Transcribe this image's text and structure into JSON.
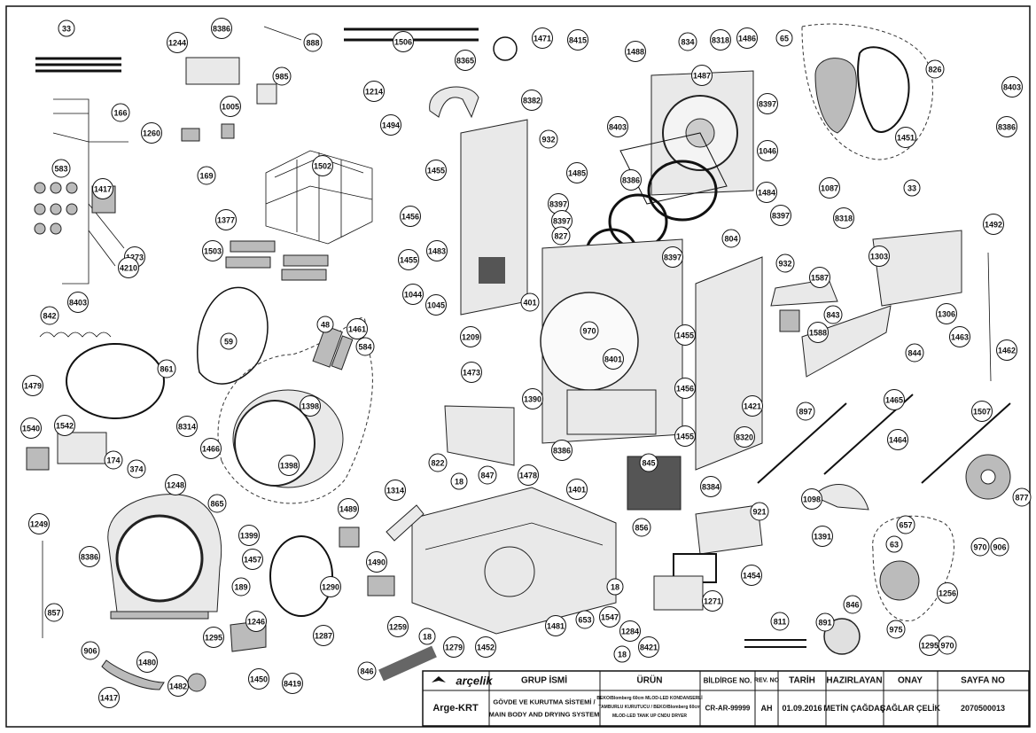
{
  "callouts": [
    "33",
    "1244",
    "8386",
    "888",
    "1506",
    "1471",
    "8415",
    "1488",
    "834",
    "8318",
    "1486",
    "65",
    "826",
    "8403",
    "166",
    "1214",
    "8365",
    "8382",
    "8403",
    "1487",
    "8397",
    "1451",
    "8386",
    "1260",
    "1494",
    "1005",
    "985",
    "932",
    "1046",
    "583",
    "169",
    "1502",
    "1455",
    "1485",
    "8386",
    "1087",
    "33",
    "1417",
    "8397",
    "1377",
    "8397",
    "1484",
    "8397",
    "8318",
    "1492",
    "1273",
    "1503",
    "1456",
    "827",
    "804",
    "4210",
    "1455",
    "1483",
    "8397",
    "932",
    "1303",
    "8403",
    "1044",
    "1045",
    "401",
    "1587",
    "842",
    "970",
    "1306",
    "59",
    "48",
    "1461",
    "584",
    "1209",
    "1455",
    "843",
    "1588",
    "844",
    "1463",
    "861",
    "8401",
    "1462",
    "1473",
    "1479",
    "1390",
    "1456",
    "1421",
    "897",
    "1465",
    "1507",
    "1398",
    "8314",
    "1455",
    "8320",
    "1464",
    "1540",
    "1542",
    "1466",
    "822",
    "8386",
    "845",
    "174",
    "374",
    "1398",
    "1248",
    "18",
    "847",
    "1478",
    "1401",
    "8384",
    "1098",
    "877",
    "865",
    "1314",
    "1489",
    "921",
    "1249",
    "1399",
    "856",
    "1391",
    "63",
    "970",
    "906",
    "1457",
    "1454",
    "8386",
    "1290",
    "1490",
    "1271",
    "18",
    "657",
    "189",
    "1256",
    "857",
    "1246",
    "1259",
    "18",
    "1481",
    "653",
    "1547",
    "1284",
    "846",
    "891",
    "1295",
    "1287",
    "811",
    "975",
    "1295",
    "970",
    "906",
    "1480",
    "1279",
    "1452",
    "18",
    "8421",
    "846",
    "1482",
    "1450",
    "8419",
    "1417",
    "1466"
  ],
  "title_block": {
    "logo": "arçelik",
    "org": "Arge-KRT",
    "headers": [
      "GRUP İSMİ",
      "ÜRÜN",
      "BİLDİRGE NO.",
      "REV. NO",
      "TARİH",
      "HAZIRLAYAN",
      "ONAY",
      "SAYFA NO"
    ],
    "group_tr": "GÖVDE VE KURUTMA SİSTEMİ /",
    "group_en": "MAIN BODY AND DRYING SYSTEM",
    "product_line1": "BEKO/Blomberg 60cm MLOD-LED KONDANSERLİ",
    "product_line2": "TAMBURLU KURUTUCU / BEKO/Blomberg 60cm",
    "product_line3": "MLOD-LED TANK UP CNDU DRYER",
    "notice_no": "CR-AR-99999",
    "rev": "AH",
    "date": "01.09.2016",
    "prepared": "METİN ÇAĞDAŞ",
    "approved": "ÇAĞLAR ÇELİK",
    "page": "2070500013"
  }
}
